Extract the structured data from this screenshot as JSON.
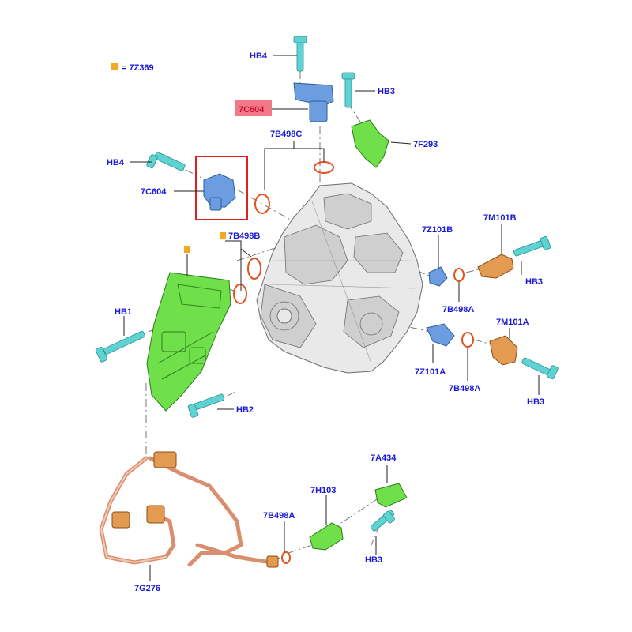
{
  "legend": {
    "swatch_color": "#f5a623",
    "text": "= 7Z369"
  },
  "labels": {
    "hb4_top": "HB4",
    "c604_top": "7C604",
    "hb3_top": "HB3",
    "f293": "7F293",
    "b498c": "7B498C",
    "hb4_left": "HB4",
    "c604_left": "7C604",
    "b498b": "7B498B",
    "z101b": "7Z101B",
    "m101b": "7M101B",
    "hb3_right1": "HB3",
    "b498a_1": "7B498A",
    "hb1": "HB1",
    "m101a": "7M101A",
    "z101a": "7Z101A",
    "b498a_2": "7B498A",
    "hb3_right2": "HB3",
    "hb2": "HB2",
    "a434": "7A434",
    "h103": "7H103",
    "b498a_3": "7B498A",
    "hb3_bottom": "HB3",
    "g276": "7G276"
  },
  "colors": {
    "label": "#1a1ad6",
    "highlight_box": "#e02020",
    "highlight_fill": "#f07a8a",
    "green_part": "#6fe04a",
    "blue_part": "#6b9de0",
    "orange_part": "#e39b52",
    "bolt": "#5fd3d3",
    "oring": "#e2531f",
    "harness": "#d98f6f"
  },
  "highlight": {
    "part": "7C604",
    "boxed": "left sensor",
    "shaded_label": "top 7C604 label"
  }
}
